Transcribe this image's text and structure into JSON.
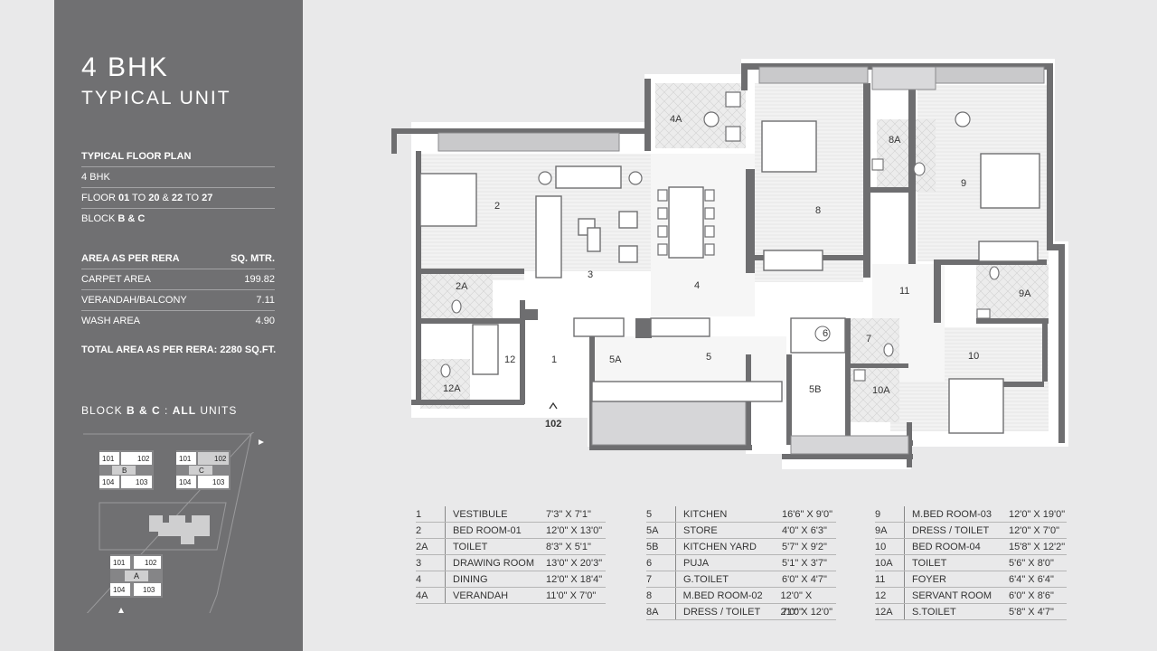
{
  "panel": {
    "title": "4 BHK",
    "subtitle": "TYPICAL UNIT",
    "floor_plan_label": "TYPICAL FLOOR PLAN",
    "bhk": "4 BHK",
    "floor_prefix": "FLOOR ",
    "floor_a": "01",
    "floor_to1": " TO ",
    "floor_b": "20",
    "floor_amp": " & ",
    "floor_c": "22",
    "floor_to2": " TO ",
    "floor_d": "27",
    "block_prefix": "BLOCK ",
    "block_value": "B & C",
    "area_header": "AREA AS PER RERA",
    "area_unit": "SQ. MTR.",
    "areas": [
      {
        "label": "CARPET AREA",
        "value": "199.82"
      },
      {
        "label": "VERANDAH/BALCONY",
        "value": "7.11"
      },
      {
        "label": "WASH AREA",
        "value": "4.90"
      }
    ],
    "total": "TOTAL AREA AS PER RERA: 2280 SQ.FT.",
    "blocks_prefix": "BLOCK ",
    "blocks_bc": "B & C",
    "blocks_sep": " : ",
    "blocks_all": "ALL",
    "blocks_suffix": " UNITS"
  },
  "site": {
    "block_b": "B",
    "block_c": "C",
    "block_a": "A",
    "units": [
      "101",
      "102",
      "104",
      "103"
    ]
  },
  "plan": {
    "entry": "102",
    "rooms": [
      "1",
      "2",
      "2A",
      "3",
      "4",
      "4A",
      "5",
      "5A",
      "5B",
      "6",
      "7",
      "8",
      "8A",
      "9",
      "9A",
      "10",
      "10A",
      "11",
      "12",
      "12A"
    ]
  },
  "legend": {
    "col1": [
      {
        "no": "1",
        "name": "VESTIBULE",
        "dim": "7'3\" X 7'1\""
      },
      {
        "no": "2",
        "name": "BED ROOM-01",
        "dim": "12'0\" X 13'0\""
      },
      {
        "no": "2A",
        "name": "TOILET",
        "dim": "8'3\" X 5'1\""
      },
      {
        "no": "3",
        "name": "DRAWING ROOM",
        "dim": "13'0\" X 20'3\""
      },
      {
        "no": "4",
        "name": "DINING",
        "dim": "12'0\" X 18'4\""
      },
      {
        "no": "4A",
        "name": "VERANDAH",
        "dim": "11'0\" X 7'0\""
      }
    ],
    "col2": [
      {
        "no": "5",
        "name": "KITCHEN",
        "dim": "16'6\" X 9'0\""
      },
      {
        "no": "5A",
        "name": "STORE",
        "dim": "4'0\" X 6'3\""
      },
      {
        "no": "5B",
        "name": "KITCHEN YARD",
        "dim": "5'7\" X 9'2\""
      },
      {
        "no": "6",
        "name": "PUJA",
        "dim": "5'1\" X 3'7\""
      },
      {
        "no": "7",
        "name": "G.TOILET",
        "dim": "6'0\" X 4'7\""
      },
      {
        "no": "8",
        "name": "M.BED ROOM-02",
        "dim": "12'0\" X 21'0\""
      },
      {
        "no": "8A",
        "name": "DRESS / TOILET",
        "dim": "7'0\" X 12'0\""
      }
    ],
    "col3": [
      {
        "no": "9",
        "name": "M.BED ROOM-03",
        "dim": "12'0\" X 19'0\""
      },
      {
        "no": "9A",
        "name": "DRESS / TOILET",
        "dim": "12'0\" X 7'0\""
      },
      {
        "no": "10",
        "name": "BED ROOM-04",
        "dim": "15'8\" X 12'2\""
      },
      {
        "no": "10A",
        "name": "TOILET",
        "dim": "5'6\" X 8'0\""
      },
      {
        "no": "11",
        "name": "FOYER",
        "dim": "6'4\" X 6'4\""
      },
      {
        "no": "12",
        "name": "SERVANT ROOM",
        "dim": "6'0\" X 8'6\""
      },
      {
        "no": "12A",
        "name": "S.TOILET",
        "dim": "5'8\" X 4'7\""
      }
    ]
  },
  "colors": {
    "panel": "#707072",
    "background": "#e9e9ea",
    "wall": "#6e6e70"
  }
}
